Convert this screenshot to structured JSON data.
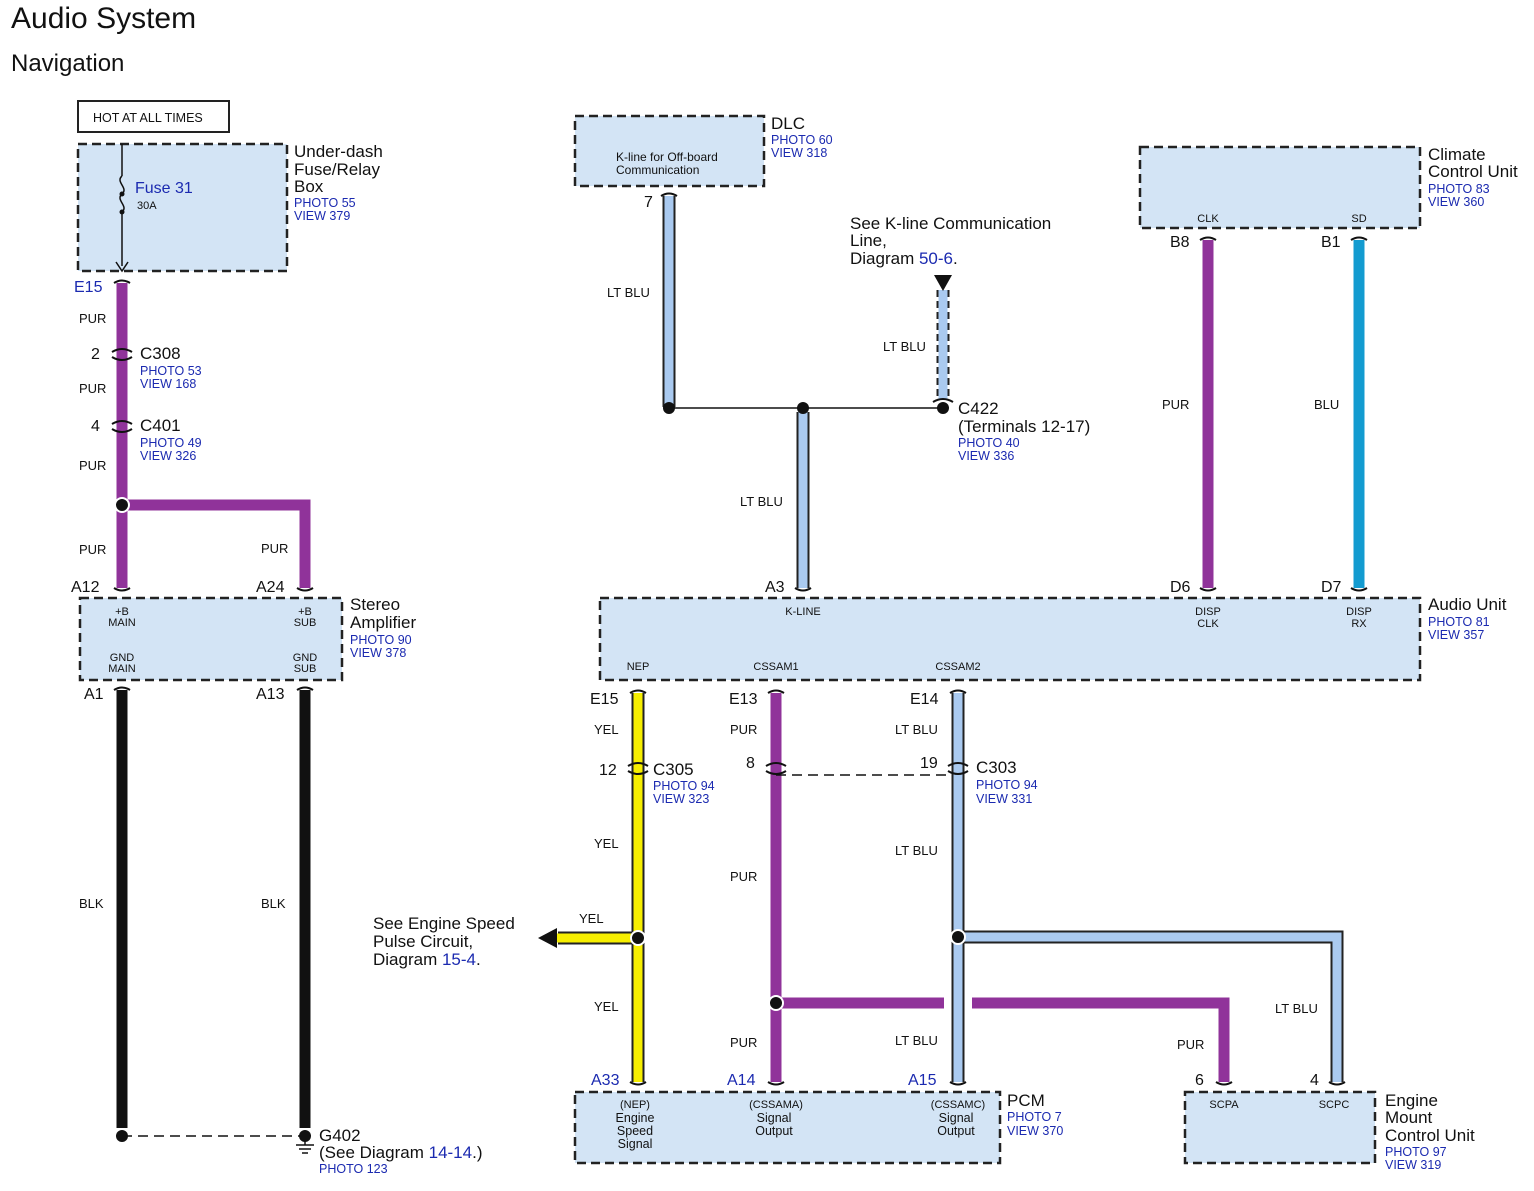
{
  "title": "Audio System",
  "subtitle": "Navigation",
  "hot_label": "HOT AT ALL TIMES",
  "components": {
    "fusebox": {
      "name1": "Under-dash",
      "name2": "Fuse/Relay",
      "name3": "Box",
      "photo": "PHOTO 55",
      "view": "VIEW 379",
      "fuse": "Fuse 31",
      "rating": "30A"
    },
    "dlc": {
      "name": "DLC",
      "photo": "PHOTO 60",
      "view": "VIEW 318",
      "inner1": "K-line for Off-board",
      "inner2": "Communication"
    },
    "climate": {
      "name1": "Climate",
      "name2": "Control Unit",
      "photo": "PHOTO 83",
      "view": "VIEW 360",
      "clk": "CLK",
      "sd": "SD"
    },
    "amp": {
      "name1": "Stereo",
      "name2": "Amplifier",
      "photo": "PHOTO 90",
      "view": "VIEW 378",
      "bmain1": "+B",
      "bmain2": "MAIN",
      "bsub1": "+B",
      "bsub2": "SUB",
      "gmain1": "GND",
      "gmain2": "MAIN",
      "gsub1": "GND",
      "gsub2": "SUB"
    },
    "audio": {
      "name": "Audio Unit",
      "photo": "PHOTO 81",
      "view": "VIEW 357",
      "kline": "K-LINE",
      "dclk1": "DISP",
      "dclk2": "CLK",
      "drx1": "DISP",
      "drx2": "RX",
      "nep": "NEP",
      "cs1": "CSSAM1",
      "cs2": "CSSAM2"
    },
    "pcm": {
      "name": "PCM",
      "photo": "PHOTO 7",
      "view": "VIEW 370",
      "a33_1": "(NEP)",
      "a33_2": "Engine",
      "a33_3": "Speed",
      "a33_4": "Signal",
      "a14_1": "(CSSAMA)",
      "a14_2": "Signal",
      "a14_3": "Output",
      "a15_1": "(CSSAMC)",
      "a15_2": "Signal",
      "a15_3": "Output"
    },
    "emcu": {
      "name1": "Engine",
      "name2": "Mount",
      "name3": "Control Unit",
      "photo": "PHOTO 97",
      "view": "VIEW 319",
      "scpa": "SCPA",
      "scpc": "SCPC"
    }
  },
  "connectors": {
    "c308": {
      "name": "C308",
      "photo": "PHOTO 53",
      "view": "VIEW 168"
    },
    "c401": {
      "name": "C401",
      "photo": "PHOTO 49",
      "view": "VIEW 326"
    },
    "c422": {
      "name": "C422",
      "sub": "(Terminals 12-17)",
      "photo": "PHOTO 40",
      "view": "VIEW 336"
    },
    "c305": {
      "name": "C305",
      "photo": "PHOTO 94",
      "view": "VIEW 323"
    },
    "c303": {
      "name": "C303",
      "photo": "PHOTO 94",
      "view": "VIEW 331"
    },
    "g402": {
      "name": "G402",
      "see_pre": "(See Diagram ",
      "see_link": "14-14",
      "see_post": ".)",
      "photo": "PHOTO 123"
    }
  },
  "pins": {
    "e15_fuse": "E15",
    "c308_2": "2",
    "c401_4": "4",
    "a12": "A12",
    "a24": "A24",
    "a1": "A1",
    "a13": "A13",
    "dlc_7": "7",
    "a3": "A3",
    "b8": "B8",
    "b1": "B1",
    "d6": "D6",
    "d7": "D7",
    "e15_au": "E15",
    "e13": "E13",
    "e14": "E14",
    "c305_12": "12",
    "c303_8": "8",
    "c303_19": "19",
    "a33": "A33",
    "a14": "A14",
    "a15": "A15",
    "emcu_6": "6",
    "emcu_4": "4"
  },
  "wires": {
    "pur": "PUR",
    "blk": "BLK",
    "ltblu": "LT BLU",
    "blu": "BLU",
    "yel": "YEL"
  },
  "notes": {
    "kline_1": "See K-line Communication",
    "kline_2": "Line,",
    "kline_3_pre": "Diagram ",
    "kline_3_link": "50-6",
    "kline_3_post": ".",
    "esp_1": "See Engine Speed",
    "esp_2": "Pulse Circuit,",
    "esp_3_pre": "Diagram ",
    "esp_3_link": "15-4",
    "esp_3_post": "."
  },
  "colors": {
    "pur": "#90339a",
    "blk": "#111111",
    "ltblu": "#aacaf0",
    "blu": "#139bd0",
    "yel": "#f7ef00",
    "box": "#d3e4f5",
    "ref": "#1b2ab0"
  }
}
